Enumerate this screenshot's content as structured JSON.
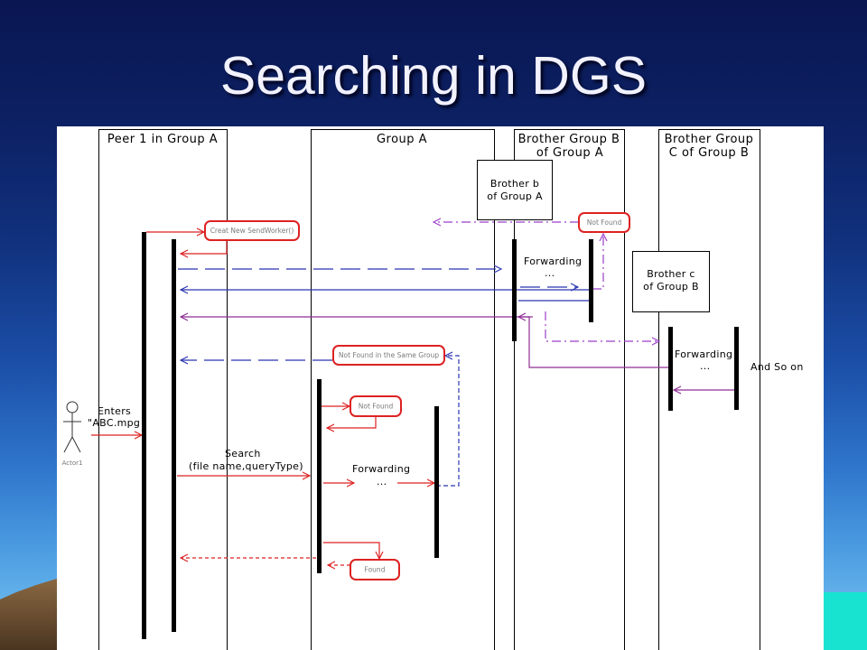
{
  "slide": {
    "title": "Searching in DGS"
  },
  "diagram": {
    "lanes": [
      {
        "lines": [
          "Peer 1 in Group A"
        ]
      },
      {
        "lines": [
          "Group A"
        ]
      },
      {
        "lines": [
          "Brother Group B",
          "of Group A"
        ]
      },
      {
        "lines": [
          "Brother Group",
          "C of Group B"
        ]
      }
    ],
    "objects": [
      {
        "lines": [
          "Brother b",
          "of Group A"
        ]
      },
      {
        "lines": [
          "Brother c",
          "of Group B"
        ]
      }
    ],
    "notes": {
      "create_worker": "Creat New SendWorker()",
      "not_found_b": "Not Found",
      "not_found_same_group": "Not Found in the Same Group",
      "not_found_a": "Not Found",
      "found": "Found"
    },
    "labels": {
      "forwarding_b": "Forwarding",
      "ellipsis_b": "...",
      "forwarding_c": "Forwarding",
      "ellipsis_c": "...",
      "and_so_on": "And So on",
      "forwarding_a": "Forwarding",
      "ellipsis_a": "...",
      "enters": "Enters",
      "file": "\"ABC.mpg",
      "search": "Search",
      "search_params": "(file name,queryType)",
      "actor": "Actor1"
    }
  },
  "colors": {
    "message_red": "#dd2222",
    "query_blue": "#2b35b0",
    "reply_purple": "#8e2e94",
    "not_found_violet": "#9b3fc9",
    "note_text": "#7a7a7a"
  }
}
